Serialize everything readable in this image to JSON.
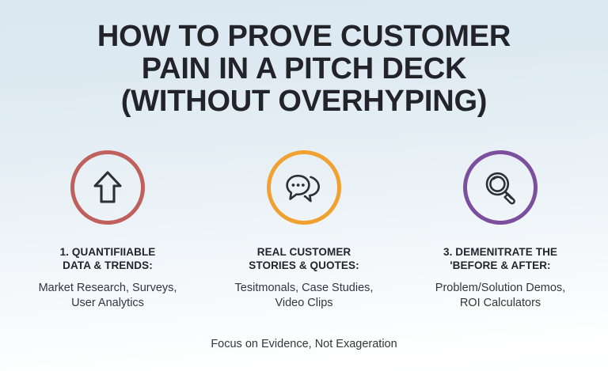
{
  "slide": {
    "title_lines": [
      "HOW TO PROVE CUSTOMER",
      "PAIN IN A PITCH DECK",
      "(WITHOUT OVERHYPING)"
    ],
    "footer": "Focus on Evidence, Not Exageration",
    "background": {
      "top_color": "#dbe8f1",
      "bottom_color": "#ffffff"
    },
    "title_color": "#222429",
    "body_color": "#33363b"
  },
  "columns": [
    {
      "icon": "up-arrow-icon",
      "ring_color": "#c0605c",
      "heading_line1": "1. QUANTIFIIABLE",
      "heading_line2": "DATA & TRENDS:",
      "body_line1": "Market Research, Surveys,",
      "body_line2": "User Analytics"
    },
    {
      "icon": "speech-bubbles-icon",
      "ring_color": "#f0a132",
      "heading_line1": "REAL CUSTOMER",
      "heading_line2": "STORIES & QUOTES:",
      "body_line1": "Tesitmonals, Case Studies,",
      "body_line2": "Video Clips"
    },
    {
      "icon": "magnifying-glass-icon",
      "ring_color": "#7b4f9d",
      "heading_line1": "3. DEMENITRATE THE",
      "heading_line2": "'BEFORE & AFTER:",
      "body_line1": "Problem/Solution Demos,",
      "body_line2": "ROI Calculators"
    }
  ]
}
